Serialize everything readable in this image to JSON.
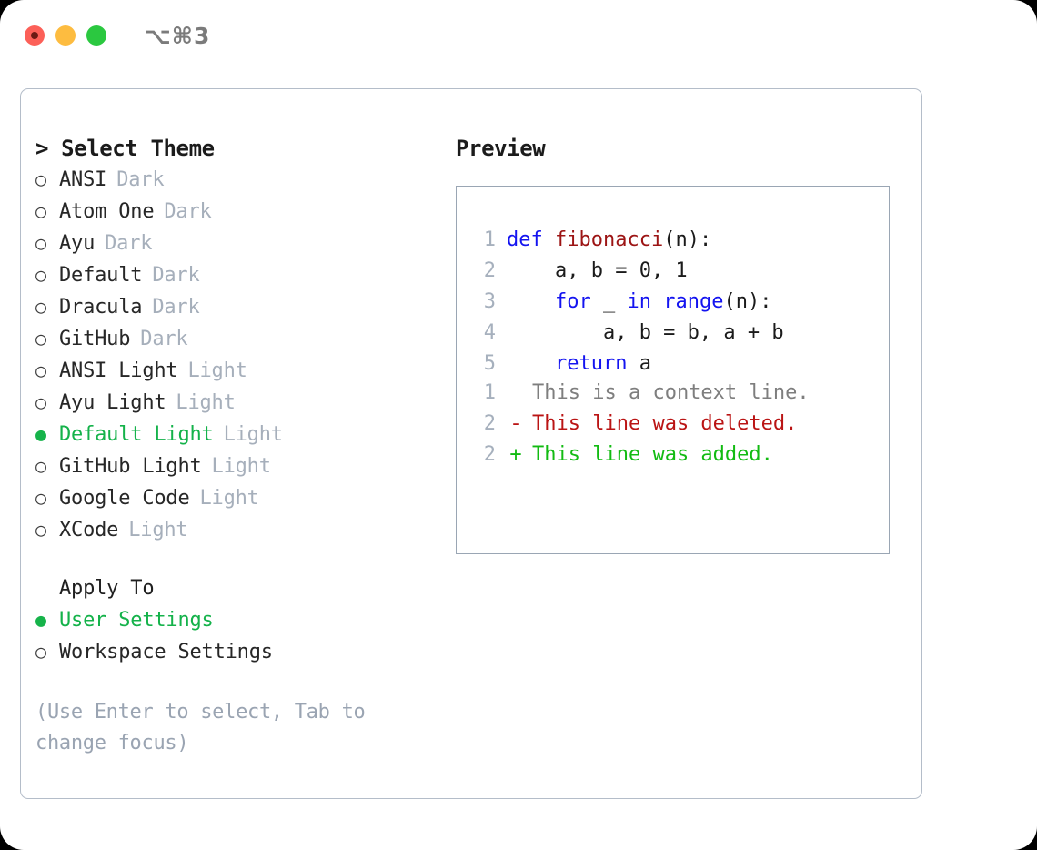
{
  "titlebar": {
    "shortcut": "⌥⌘3",
    "buttons": [
      {
        "name": "close",
        "color": "#fc6058"
      },
      {
        "name": "minimize",
        "color": "#fdbc40"
      },
      {
        "name": "zoom",
        "color": "#2bc840"
      }
    ]
  },
  "theme_picker": {
    "heading": "> Select Theme",
    "marker_unselected": "○",
    "marker_selected": "●",
    "selected_color": "#14b24a",
    "tag_color": "#a6afbb",
    "items": [
      {
        "marker": "○",
        "name": "ANSI",
        "tag": "Dark",
        "selected": false
      },
      {
        "marker": "○",
        "name": "Atom One",
        "tag": "Dark",
        "selected": false
      },
      {
        "marker": "○",
        "name": "Ayu",
        "tag": "Dark",
        "selected": false
      },
      {
        "marker": "○",
        "name": "Default",
        "tag": "Dark",
        "selected": false
      },
      {
        "marker": "○",
        "name": "Dracula",
        "tag": "Dark",
        "selected": false
      },
      {
        "marker": "○",
        "name": "GitHub",
        "tag": "Dark",
        "selected": false
      },
      {
        "marker": "○",
        "name": "ANSI Light",
        "tag": "Light",
        "selected": false
      },
      {
        "marker": "○",
        "name": "Ayu Light",
        "tag": "Light",
        "selected": false
      },
      {
        "marker": "●",
        "name": "Default Light",
        "tag": "Light",
        "selected": true
      },
      {
        "marker": "○",
        "name": "GitHub Light",
        "tag": "Light",
        "selected": false
      },
      {
        "marker": "○",
        "name": "Google Code",
        "tag": "Light",
        "selected": false
      },
      {
        "marker": "○",
        "name": "XCode",
        "tag": "Light",
        "selected": false
      }
    ]
  },
  "apply_to": {
    "heading": "Apply To",
    "items": [
      {
        "marker": "●",
        "label": "User Settings",
        "selected": true
      },
      {
        "marker": "○",
        "label": "Workspace Settings",
        "selected": false
      }
    ]
  },
  "hint": "(Use Enter to select, Tab to change focus)",
  "preview": {
    "heading": "Preview",
    "code_lines": [
      {
        "ln": "1",
        "tokens": [
          {
            "t": "def",
            "c": "kw"
          },
          {
            "t": " ",
            "c": "plain"
          },
          {
            "t": "fibonacci",
            "c": "fn"
          },
          {
            "t": "(n):",
            "c": "plain"
          }
        ]
      },
      {
        "ln": "2",
        "tokens": [
          {
            "t": "    a, b = 0, 1",
            "c": "plain"
          }
        ]
      },
      {
        "ln": "3",
        "tokens": [
          {
            "t": "    ",
            "c": "plain"
          },
          {
            "t": "for",
            "c": "kw"
          },
          {
            "t": " _ ",
            "c": "plain"
          },
          {
            "t": "in",
            "c": "kw"
          },
          {
            "t": " ",
            "c": "plain"
          },
          {
            "t": "range",
            "c": "kw"
          },
          {
            "t": "(n):",
            "c": "plain"
          }
        ]
      },
      {
        "ln": "4",
        "tokens": [
          {
            "t": "        a, b = b, a + b",
            "c": "plain"
          }
        ]
      },
      {
        "ln": "5",
        "tokens": [
          {
            "t": "    ",
            "c": "plain"
          },
          {
            "t": "return",
            "c": "kw"
          },
          {
            "t": " a",
            "c": "plain"
          }
        ]
      }
    ],
    "diff_lines": [
      {
        "ln": "1",
        "sign": " ",
        "text": "This is a context line.",
        "kind": "ctx"
      },
      {
        "ln": "2",
        "sign": "-",
        "text": "This line was deleted.",
        "kind": "del"
      },
      {
        "ln": "2",
        "sign": "+",
        "text": "This line was added.",
        "kind": "add"
      }
    ]
  }
}
